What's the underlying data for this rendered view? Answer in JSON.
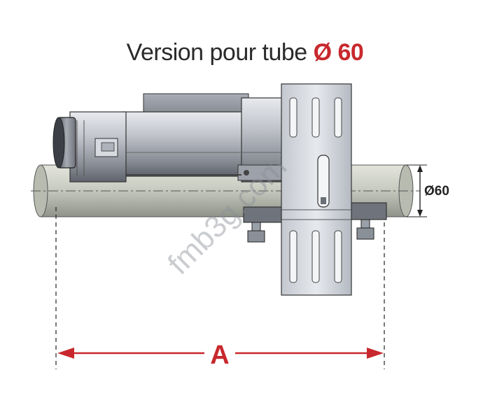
{
  "title": {
    "text": "Version pour tube ",
    "highlight": "Ø 60"
  },
  "dimensions": {
    "diameter_label": "Ø60",
    "length_label": "A"
  },
  "watermark": "fmb3g.com",
  "colors": {
    "accent": "#c8282d",
    "tube": "#c9ccc1",
    "motor_body": "#b9bcc3",
    "bracket": "#d2d6dc",
    "dim_line": "#222222"
  }
}
